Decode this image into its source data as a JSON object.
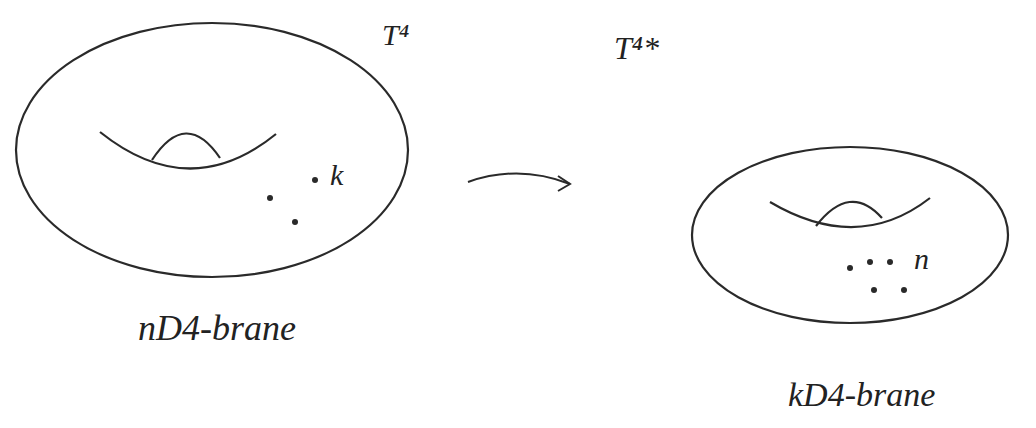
{
  "diagram": {
    "nodes": [
      {
        "text": [
          "T⁴",
          "k",
          "nD4-brane"
        ]
      },
      {
        "text": [
          "T⁴*",
          "n",
          "kD4-brane"
        ]
      }
    ],
    "edges": [
      {
        "from": 0,
        "to": 1,
        "arrow": "to"
      }
    ]
  }
}
